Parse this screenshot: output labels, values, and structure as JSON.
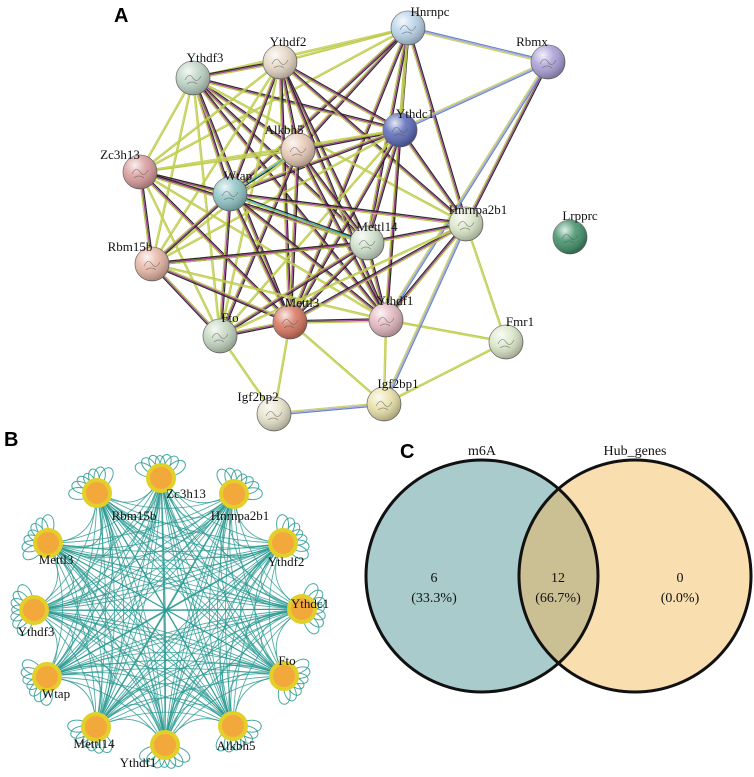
{
  "panels": {
    "a": "A",
    "b": "B",
    "c": "C"
  },
  "network_a": {
    "nodes": [
      {
        "id": "Hnrnpc",
        "color": "#b9d3ea"
      },
      {
        "id": "Rbmx",
        "color": "#aa9ed6"
      },
      {
        "id": "Ythdf3",
        "color": "#bcd3c4"
      },
      {
        "id": "Ythdf2",
        "color": "#e7d7c3"
      },
      {
        "id": "Ythdc1",
        "color": "#5a68b8"
      },
      {
        "id": "Alkbh5",
        "color": "#e8c9b5"
      },
      {
        "id": "Zc3h13",
        "color": "#d99a9a"
      },
      {
        "id": "Wtap",
        "color": "#8fc4c6"
      },
      {
        "id": "Hnrnpa2b1",
        "color": "#dbe7c8"
      },
      {
        "id": "Lrpprc",
        "color": "#3f8f68"
      },
      {
        "id": "Mettl14",
        "color": "#cfe0cc"
      },
      {
        "id": "Rbm15b",
        "color": "#e6b4a3"
      },
      {
        "id": "Mettl3",
        "color": "#d7735d"
      },
      {
        "id": "Ythdf1",
        "color": "#e3b7bf"
      },
      {
        "id": "Fto",
        "color": "#c4d6c0"
      },
      {
        "id": "Fmr1",
        "color": "#dbe7c8"
      },
      {
        "id": "Igf2bp1",
        "color": "#e8e0a8"
      },
      {
        "id": "Igf2bp2",
        "color": "#e6e2c9"
      }
    ]
  },
  "network_b": {
    "nodes": [
      "Zc3h13",
      "Hnrnpa2b1",
      "Ythdf2",
      "Ythdc1",
      "Fto",
      "Alkbh5",
      "Ythdf1",
      "Mettl14",
      "Wtap",
      "Ythdf3",
      "Mettl3",
      "Rbm15b"
    ],
    "edge_color": "#2a9a92",
    "node_fill": "#f3a83b",
    "node_ring": "#e3cf2a"
  },
  "venn": {
    "left": {
      "label": "m6A",
      "count": "6",
      "percent": "(33.3%)",
      "color": "#a9cbcb"
    },
    "right": {
      "label": "Hub_genes",
      "count": "0",
      "percent": "(0.0%)",
      "color": "#f9deb0"
    },
    "overlap": {
      "count": "12",
      "percent": "(66.7%)",
      "color": "#cbbf94"
    }
  }
}
